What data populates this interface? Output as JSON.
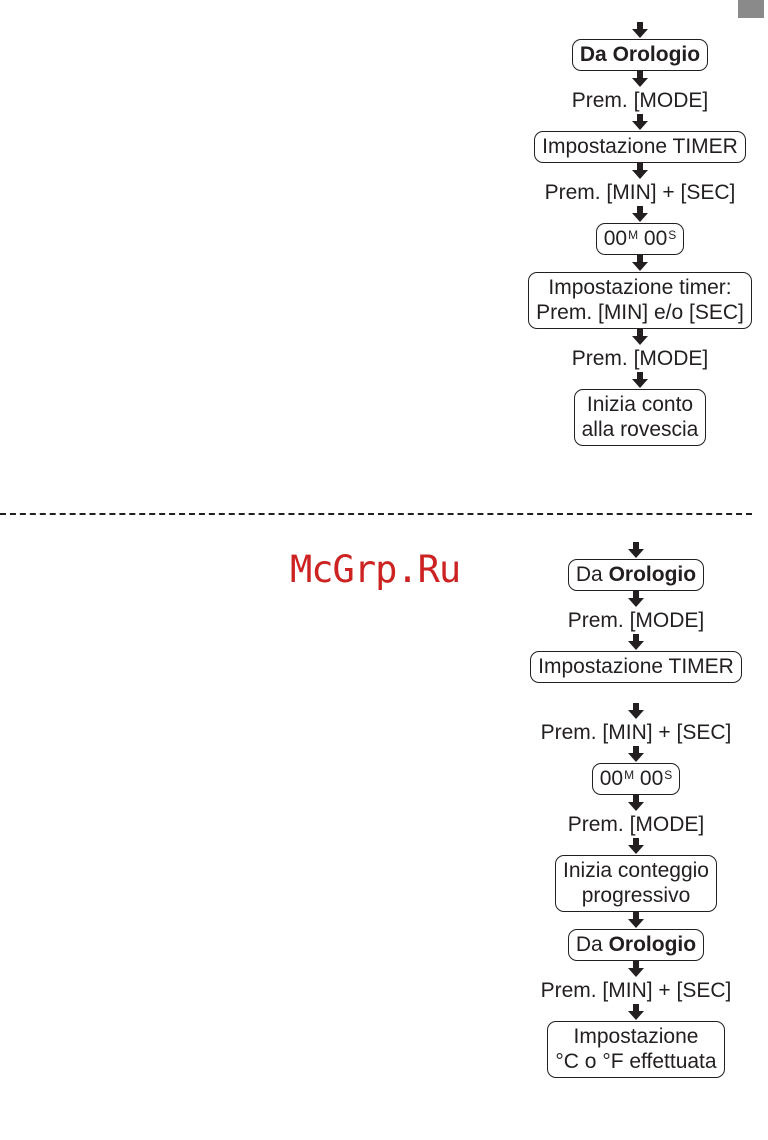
{
  "watermark": "McGrp.Ru",
  "section_a": {
    "box_clock_prefix": "Da",
    "box_clock_bold": "Orologio",
    "step1": "Prem. [MODE]",
    "box_timer": "Impostazione TIMER",
    "step2": "Prem. [MIN] + [SEC]",
    "display_min": "00",
    "display_min_unit": "M",
    "display_sec": "00",
    "display_sec_unit": "S",
    "box_set_line1": "Impostazione timer:",
    "box_set_line2": "Prem. [MIN] e/o [SEC]",
    "step3": "Prem. [MODE]",
    "box_countdown_line1": "Inizia conto",
    "box_countdown_line2": "alla rovescia"
  },
  "section_b": {
    "box_clock_prefix": "Da",
    "box_clock_bold": "Orologio",
    "step1": "Prem. [MODE]",
    "box_timer": "Impostazione TIMER",
    "step2": "Prem. [MIN] + [SEC]",
    "display_min": "00",
    "display_min_unit": "M",
    "display_sec": "00",
    "display_sec_unit": "S",
    "step3": "Prem. [MODE]",
    "box_countup_line1": "Inizia conteggio",
    "box_countup_line2": "progressivo",
    "box_clock2_prefix": "Da",
    "box_clock2_bold": "Orologio",
    "step4": "Prem. [MIN] + [SEC]",
    "box_unit_line1": "Impostazione",
    "box_unit_line2": "°C o °F effettuata"
  }
}
